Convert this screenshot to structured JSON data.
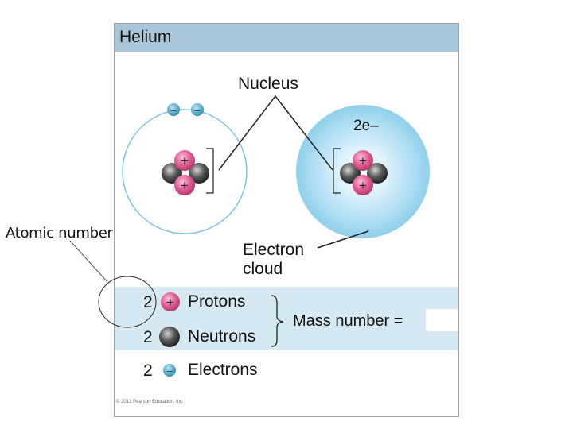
{
  "title": "Helium",
  "labels": {
    "nucleus": "Nucleus",
    "electron_count": "2e–",
    "atomic_number": "Atomic number",
    "cloud_line1": "Electron",
    "cloud_line2": "cloud",
    "mass_number": "Mass number ="
  },
  "particle_symbols": {
    "proton": "+",
    "electron": "–"
  },
  "legend": [
    {
      "count": "2",
      "name": "Protons",
      "particle": "proton"
    },
    {
      "count": "2",
      "name": "Neutrons",
      "particle": "neutron"
    },
    {
      "count": "2",
      "name": "Electrons",
      "particle": "electron"
    }
  ],
  "copyright": "© 2013 Pearson Education, Inc.",
  "colors": {
    "title_bar": "#a9c6d9",
    "legend_band": "#d6e8f1",
    "proton": "#e05a93",
    "neutron": "#555555",
    "electron": "#3aa0c4",
    "cloud": "#8fd0ec"
  }
}
